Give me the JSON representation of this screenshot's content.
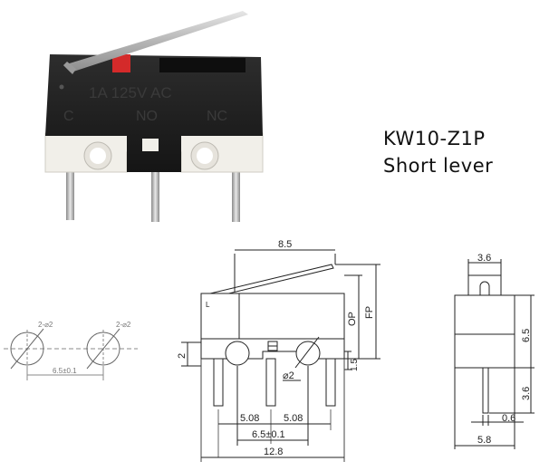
{
  "product": {
    "model": "KW10-Z1P",
    "subtitle": "Short lever",
    "body_marking": {
      "rating": "1A 125V AC",
      "terminals": [
        "C",
        "NO",
        "NC"
      ]
    }
  },
  "front_view": {
    "pivot_label": "L",
    "dims": {
      "width_top": "8.5",
      "height_op": "OP",
      "height_fp": "FP",
      "left_side": "2",
      "pin_step": "1.5",
      "hole_dia": "⌀2",
      "pitch_left": "5.08",
      "pitch_right": "5.08",
      "hole_span": "6.5±0.1",
      "total_width": "12.8"
    }
  },
  "side_view": {
    "dims": {
      "top_width": "3.6",
      "height": "6.5",
      "pin_length": "3.6",
      "pin_thickness": "0.6",
      "total_width": "5.8"
    }
  },
  "mount_holes": {
    "left_label": "2-⌀2",
    "right_label": "2-⌀2",
    "spacing": "6.5±0.1"
  },
  "colors": {
    "body": "#1c1c1c",
    "base": "#f1efe9",
    "actuator": "#d42a2a",
    "lever": "#b9b9b9",
    "line": "#222222"
  }
}
